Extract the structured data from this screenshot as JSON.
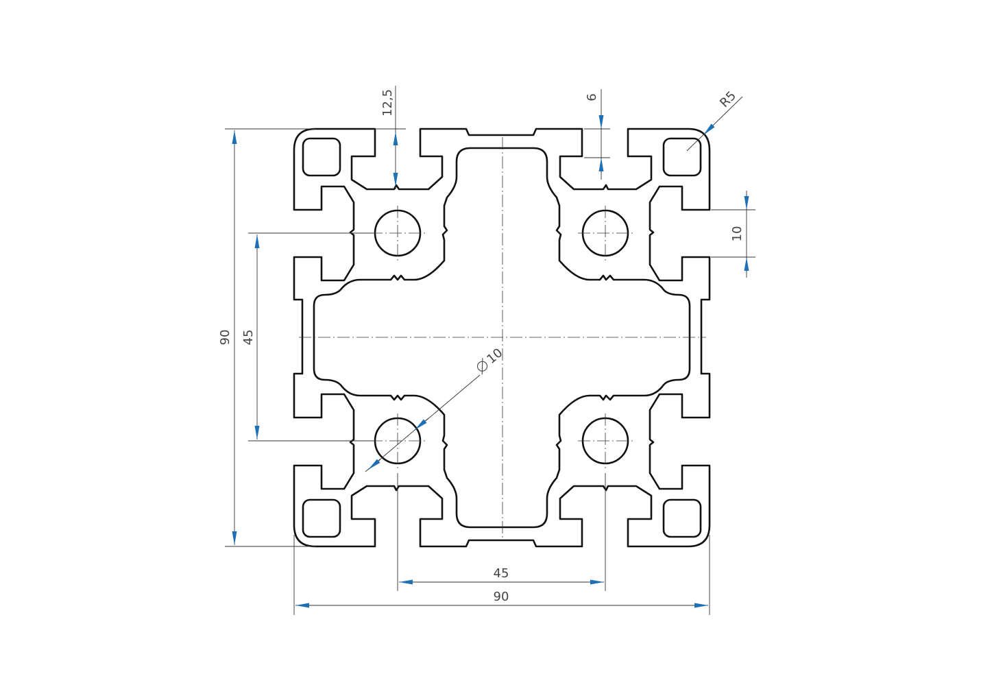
{
  "colors": {
    "outline": "#111111",
    "dimension_line": "#333333",
    "arrow": "#1f6fb4",
    "text": "#444444",
    "background": "#ffffff"
  },
  "dimensions": {
    "width_overall": "90",
    "height_overall": "90",
    "hole_pitch_horizontal": "45",
    "hole_pitch_vertical": "45",
    "slot_depth": "12,5",
    "wall_thickness": "6",
    "slot_width": "10",
    "corner_radius": "R5",
    "bore_diameter": "10"
  }
}
